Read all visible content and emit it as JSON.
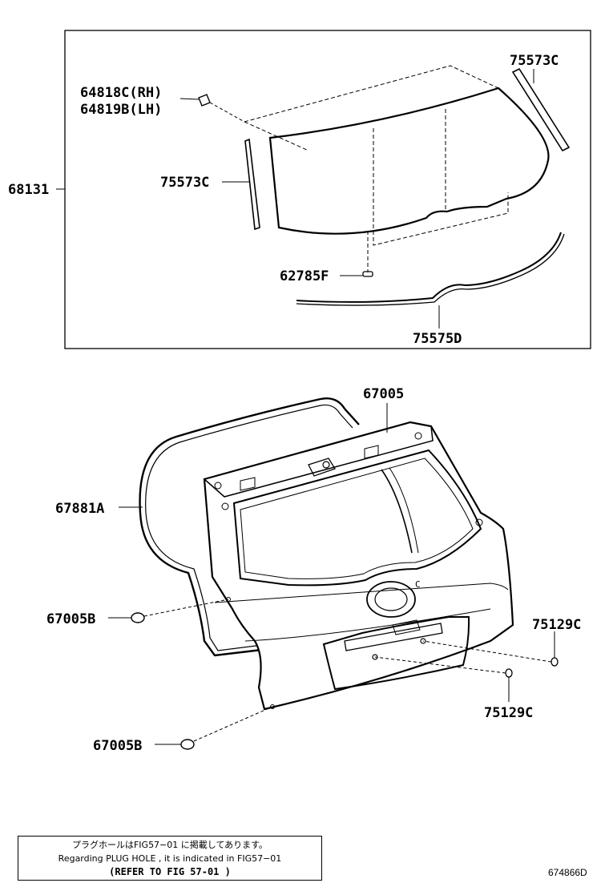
{
  "labels": {
    "p75573c_top": "75573C",
    "p64818c": "64818C(RH)",
    "p64819b": "64819B(LH)",
    "p68131": "68131",
    "p75573c_side": "75573C",
    "p62785f": "62785F",
    "p75575d": "75575D",
    "p67005": "67005",
    "p67881a": "67881A",
    "p67005b_upper": "67005B",
    "p75129c_right": "75129C",
    "p75129c_lower": "75129C",
    "p67005b_lower": "67005B"
  },
  "note": {
    "line1": "プラグホールはFIG57−01 に掲載してあります。",
    "line2": "Regarding PLUG HOLE , it is indicated in FIG57−01",
    "line3": "(REFER TO FIG  57-01 )"
  },
  "figure_id": "674866D"
}
